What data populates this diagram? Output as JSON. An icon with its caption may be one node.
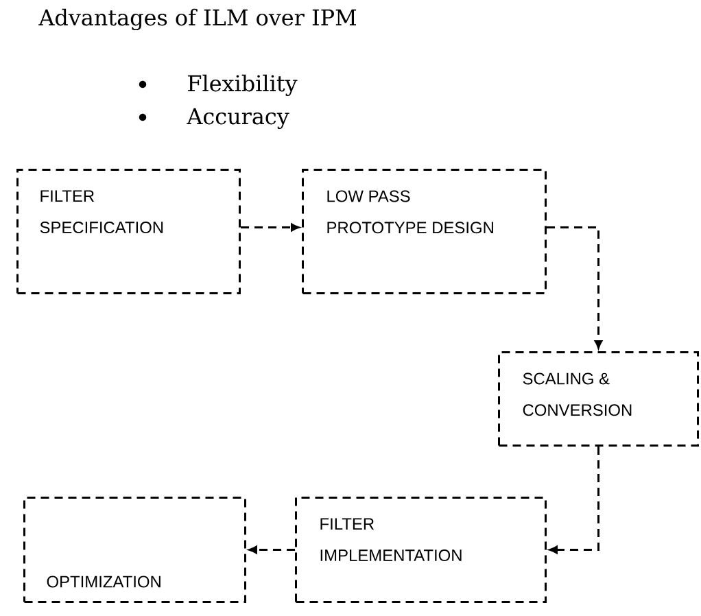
{
  "diagram": {
    "title": "Advantages of ILM over IPM",
    "nodes": [
      {
        "text": [
          "FILTER SPECIFICATION"
        ]
      },
      {
        "text": [
          "LOW PASS PROTOTYPE DESIGN"
        ]
      },
      {
        "text": [
          "SCALING & CONVERSION"
        ]
      },
      {
        "text": [
          "FILTER IMPLEMENTATION"
        ]
      },
      {
        "text": [
          "OPTIMIZATION"
        ]
      }
    ],
    "edges": [
      {
        "from": 0,
        "to": 1,
        "arrow": "to",
        "style": "dashed"
      },
      {
        "from": 1,
        "to": 2,
        "arrow": "to",
        "style": "dashed"
      },
      {
        "from": 2,
        "to": 3,
        "arrow": "to",
        "style": "dashed"
      },
      {
        "from": 3,
        "to": 4,
        "arrow": "to",
        "style": "dashed"
      }
    ],
    "labels": [
      "Flexibility",
      "Accuracy"
    ]
  }
}
